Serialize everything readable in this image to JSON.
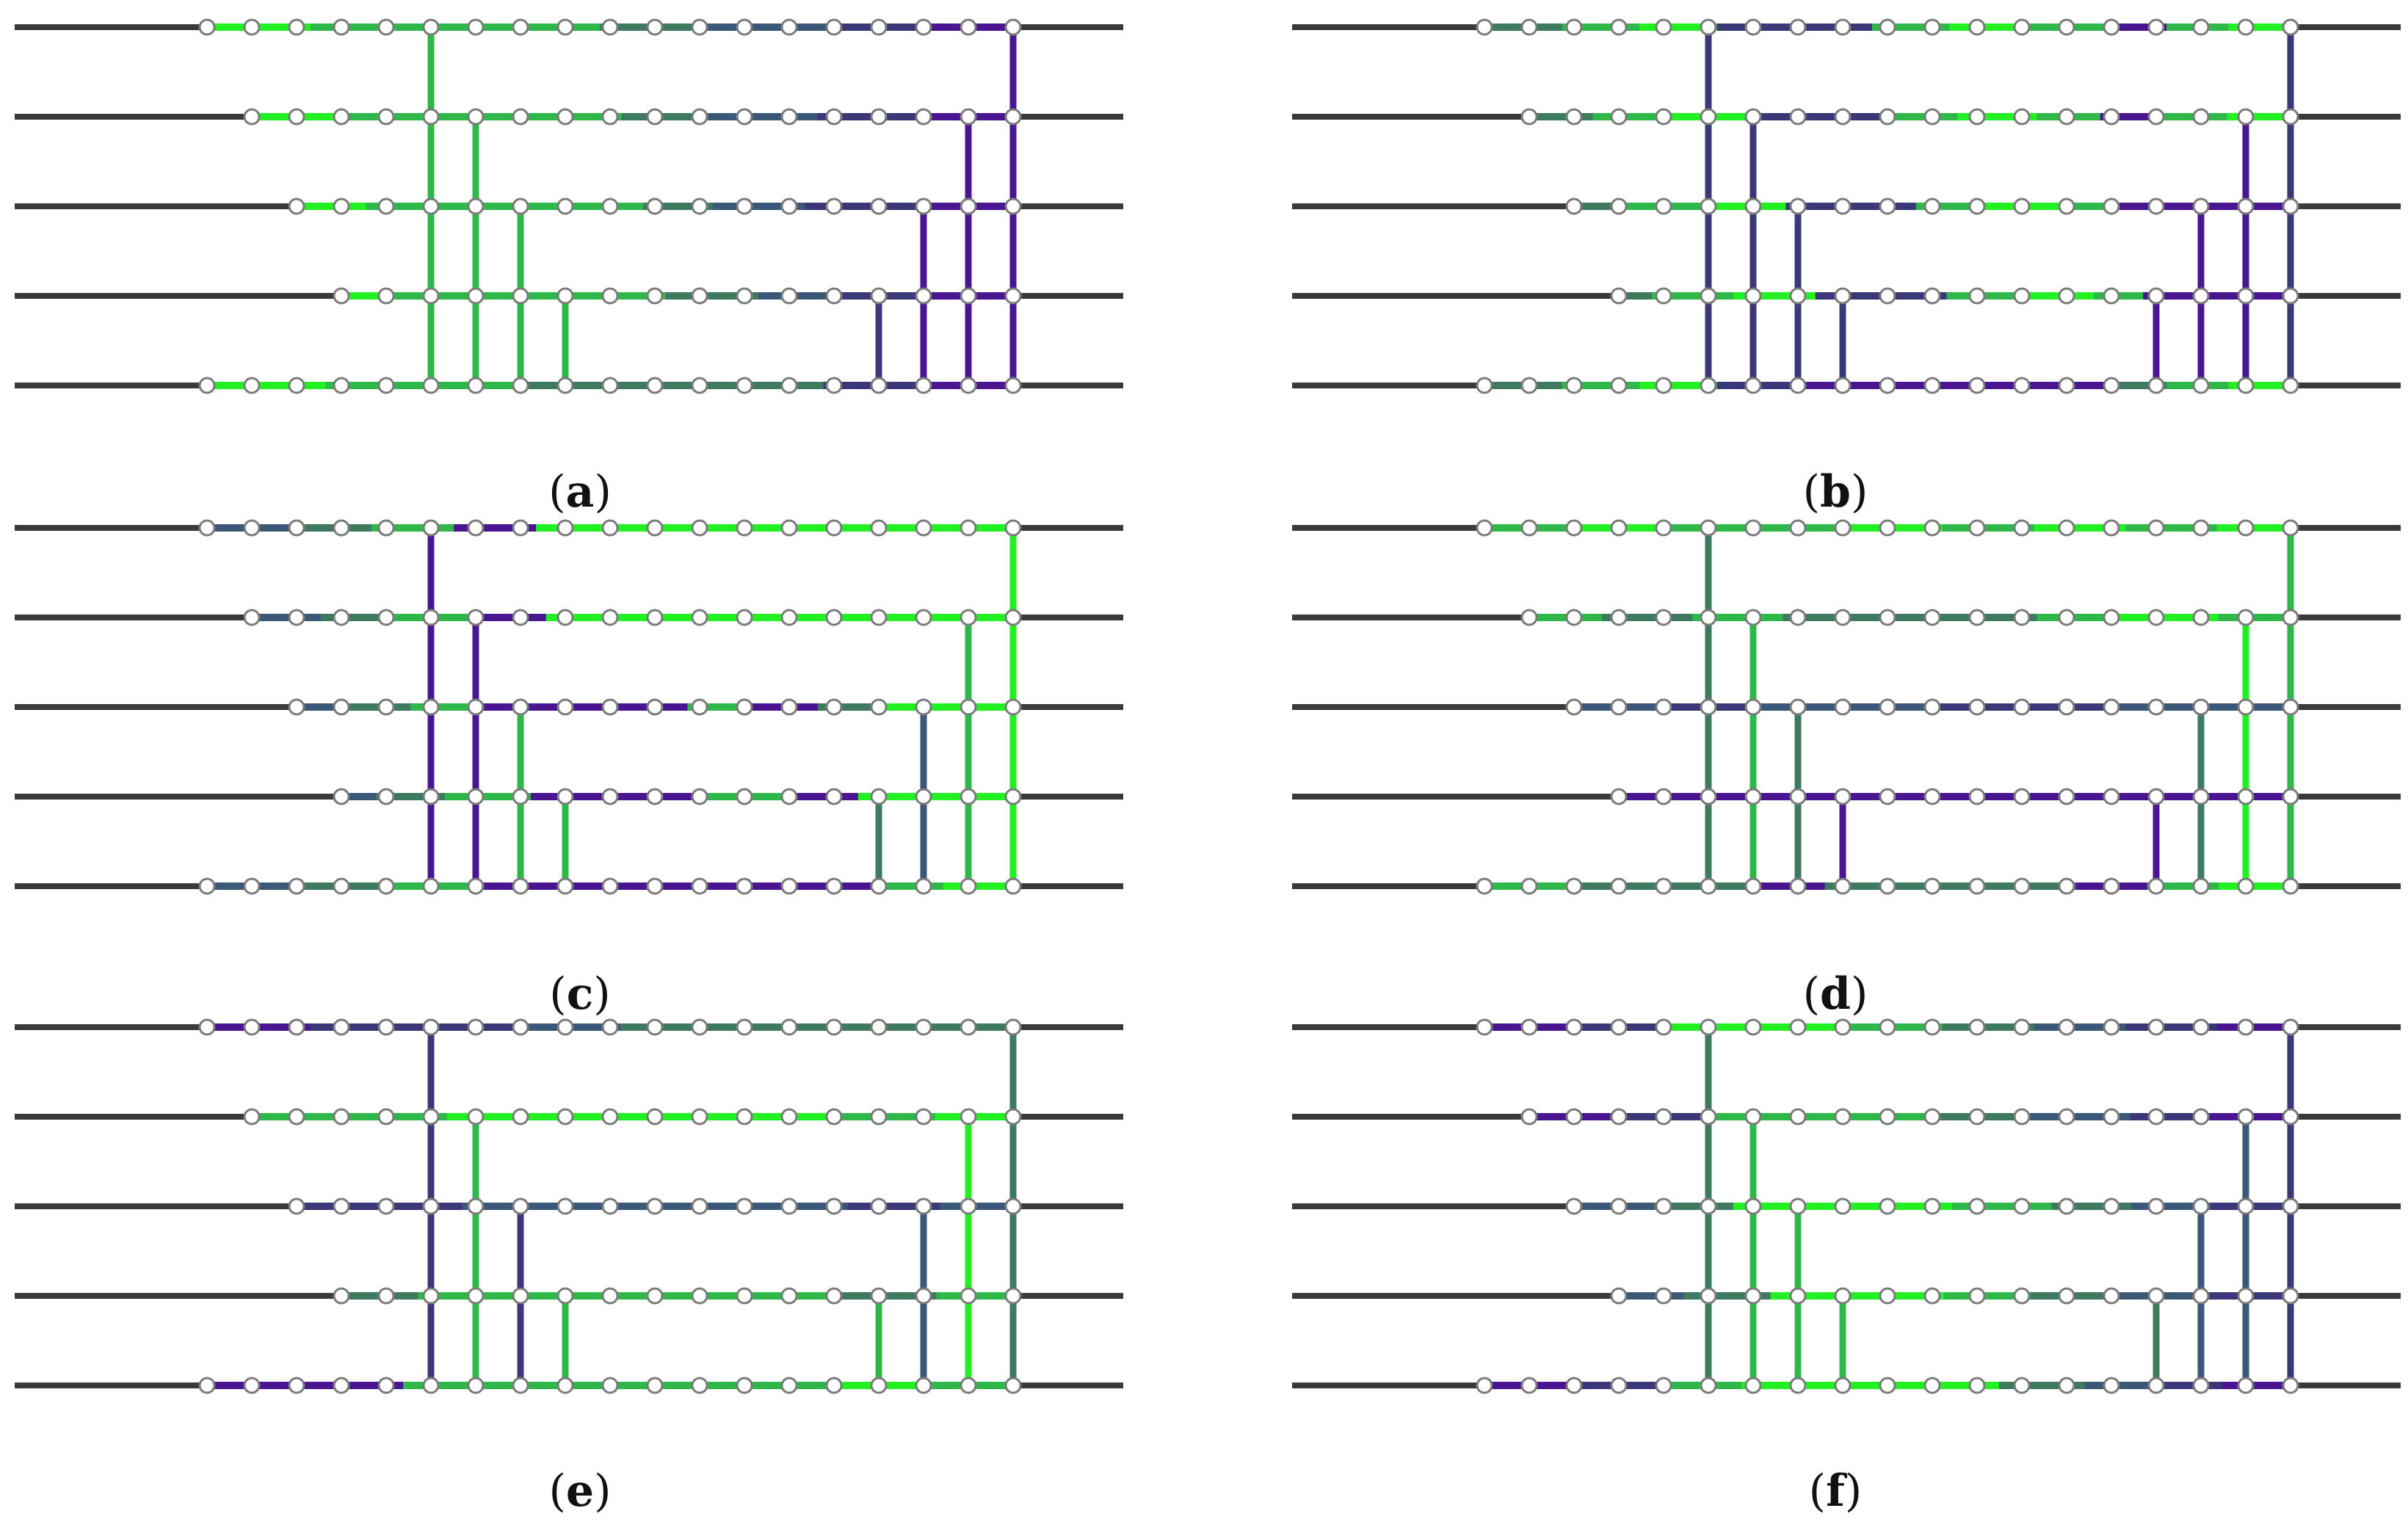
{
  "colors": {
    "track": "#3a3a3a",
    "node_fill": "#ffffff",
    "node_stroke": "#7a7a7a",
    "palette": {
      "L": "#22f022",
      "M": "#2fb84a",
      "D": "#3d7a5e",
      "S": "#3b5878",
      "B": "#3a3878",
      "P": "#4a1590"
    }
  },
  "panels": [
    {
      "id": "a",
      "label_open": "(",
      "label_letter": "a",
      "label_close": ")",
      "segs": [
        "LLLLLMMMMMMMMMMMMMMDDDDDSSSSSSBBBBBPPPP",
        "LLLLMMMMMMMMMMMMMDDDDSSSSSBBBBBPPPP",
        "LLLMMMMMMMMMMMMDDDSSSSBBBBBPPPP",
        "LLMMMMMMMMMMMMDDDDSSSBBBBPPPP",
        "LLLLLMMMMMMMMDDDDDDDDDDDDDBBBBPPPP"
      ],
      "vcols": [
        "M",
        "M",
        "M",
        "M",
        "B",
        "P",
        "P",
        "P"
      ]
    },
    {
      "id": "b",
      "label_open": "(",
      "label_letter": "b",
      "label_close": ")",
      "segs": [
        "DDDDDMMMMMLLLLLBBBBBBBBBBMMMMMLLLLLMMMMMPPPPMMMMLLLL",
        "DDDDMMMMMLLLLLBBBBBBBBBMMMMLLLLLMMMMPPPPMMMMLLLL",
        "DDDMMMMMLLLLLBBBBBBBBMMMMLLLLLMMMPPPPPPPPPPP",
        "DDMMMMMLLLLLBBBBBBBBMMMMMLLLLMMMPPPPPPPPP",
        "DDDDDMMMMMLLLLLBBBBBPPPPPPPPPPPPPPPPPPPPDDDDMMMMLLLL"
      ],
      "vcols": [
        "B",
        "B",
        "B",
        "B",
        "P",
        "P",
        "P",
        "B"
      ]
    },
    {
      "id": "c",
      "label_open": "(",
      "label_letter": "c",
      "label_close": ")",
      "segs": [
        "SSSSSDDDDDMMMMMPPPPPLLLLLLLLLLLLLLLLLLLLLLLLLLLLL",
        "SSSSDDDDMMMMMPPPPLLLLLLLLLLLLLLLLLLLLLLLLLLL",
        "SSSDDDDMMMMPPPPPPPPPPPPPMMMMPPPPDDDDLLLLLLLL",
        "SSDDDDMMMMMPPPPPPPPPPMMMMMPPPPLLLLLLLLL",
        "SSSSSDDDDDMMMMMPPPPPPPPPPPPPPPPPPPPPPPMMMMLLLL"
      ],
      "vcols": [
        "P",
        "P",
        "M",
        "M",
        "D",
        "S",
        "M",
        "L"
      ]
    },
    {
      "id": "d",
      "label_open": "(",
      "label_letter": "d",
      "label_close": ")",
      "segs": [
        "MMMMMLLLLLMMMMMMMMMMLLLLLMMMMMLLLLLMMMMMLLLL",
        "MMMMDDDDDMMMMMDDDDDDDDDDDDDDMMMMLLLLLLMMMM",
        "SSSSBBBBSSSSSSSSBBBBBBBBSSSSSSSS",
        "PPPPPPPPPPPPPPPPPPPPPPPPPPPPPP",
        "MMMMMDDDDDDDDDDPPPPDDDDDDDDDDDDDDPPPPMMMMLLLL"
      ],
      "vcols": [
        "D",
        "M",
        "D",
        "P",
        "P",
        "D",
        "L",
        "M"
      ]
    },
    {
      "id": "e",
      "label_open": "(",
      "label_letter": "e",
      "label_close": ")",
      "segs": [
        "PPPPPBBBBBBBBBBSSSSSDDDDDDDDDDDDDDDDDDD",
        "MMMMMMMMMMLLLLLLLLLLLLLLLLLLLLMMMMMLLLL",
        "BBBBBBBBBSSSSSSSSSSSSSSSSSSSSSBBBBBSSSS",
        "DDDDMMMMMMMMMMMMMMMMMMMMMMDDDDDMMMM",
        "PPPPPPPPPMMMMMMMMMMMMMMMMMMMMLLLLMMMM"
      ],
      "vcols": [
        "B",
        "M",
        "B",
        "M",
        "M",
        "S",
        "L",
        "D"
      ]
    },
    {
      "id": "f",
      "label_open": "(",
      "label_letter": "f",
      "label_close": ")",
      "segs": [
        "PPPPPBBBBBLLLLLLLLLLMMMMMDDDDDSSSSSBBBBBPPPP",
        "PPPPBBBBBMMMMMMMMMMMDDDDDSSSSSBBBBPPPP",
        "SSSSDDDDLLLLLLLLLLLMMMMMDDDDSSSSBBBB",
        "SSSDDDDLLLLLLLLMMMMDDDDSSSSBBBB",
        "PPPPPBBBBBMMMMMLLLLLLLLLLLLLLLDDDDDSSSSBBBBPPPP"
      ],
      "vcols": [
        "D",
        "M",
        "M",
        "M",
        "D",
        "S",
        "S",
        "B"
      ]
    }
  ]
}
